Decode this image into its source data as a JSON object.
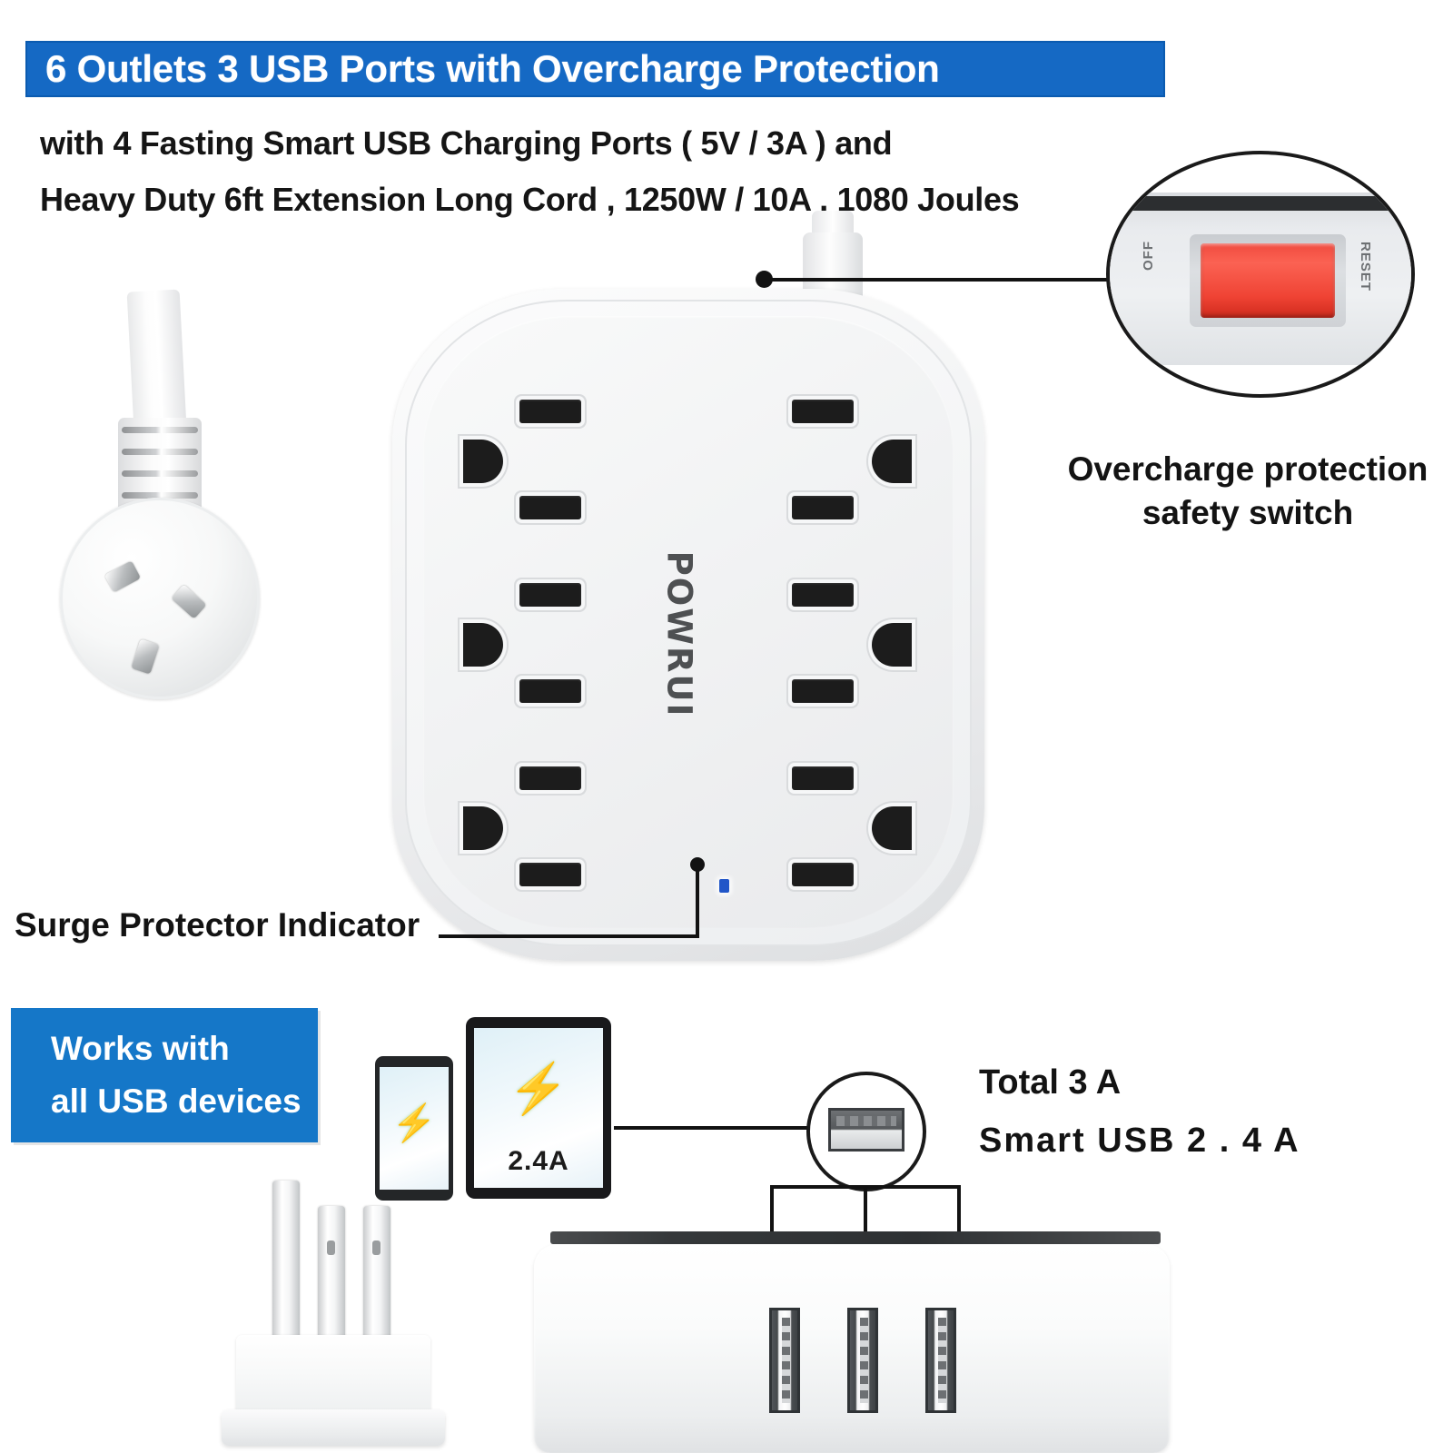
{
  "header": {
    "banner_title": "6 Outlets 3 USB Ports with Overcharge Protection",
    "banner_color": "#1569c4",
    "subline_1": "with 4 Fasting Smart USB Charging Ports ( 5V / 3A ) and",
    "subline_2": "Heavy Duty 6ft Extension Long Cord , 1250W / 10A , 1080 Joules"
  },
  "product": {
    "brand": "POWRUI",
    "outlet_count": 6,
    "indicator_color": "#2156c8"
  },
  "switch_callout": {
    "caption_line_1": "Overcharge protection",
    "caption_line_2": "safety switch",
    "switch_label_left": "OFF",
    "switch_label_right": "RESET",
    "switch_color": "#f04a3e"
  },
  "surge": {
    "label": "Surge Protector Indicator"
  },
  "usb_badge": {
    "line_1": "Works with",
    "line_2": "all USB devices",
    "badge_color": "#1577c8"
  },
  "devices": {
    "tablet_amp": "2.4A",
    "bolt_icon": "⚡",
    "bolt_color": "#6fc246"
  },
  "amp_caption": {
    "line_1": "Total 3 A",
    "line_2": "Smart  USB  2 . 4  A"
  },
  "usb_base": {
    "port_count": 3
  }
}
